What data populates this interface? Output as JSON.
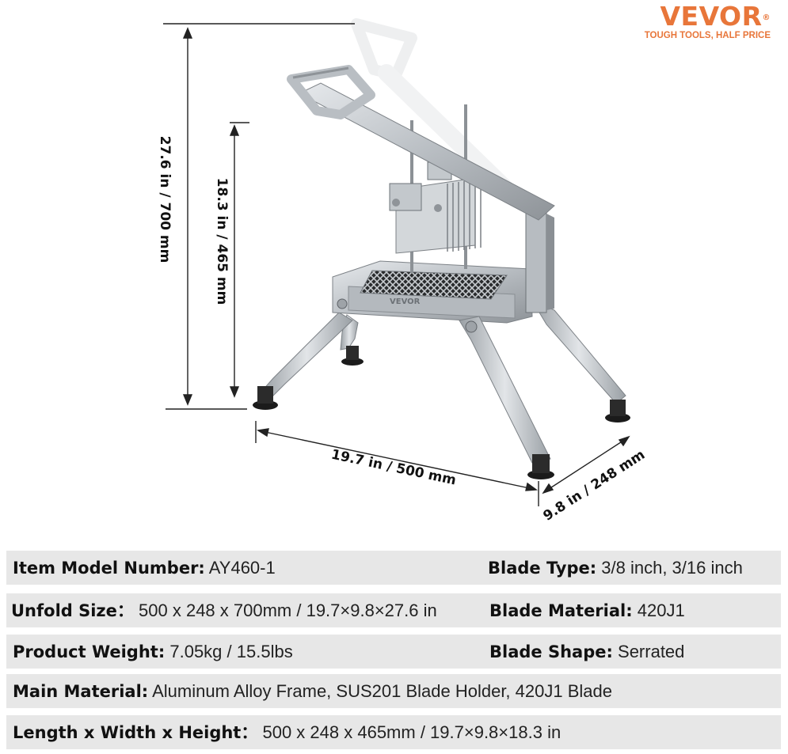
{
  "brand": {
    "name": "VEVOR",
    "registered": "®",
    "tagline": "TOUGH TOOLS, HALF PRICE"
  },
  "dimensions": {
    "total_height": "27.6 in /  700 mm",
    "body_height": "18.3 in / 465 mm",
    "length": "19.7 in / 500 mm",
    "width": "9.8 in / 248 mm"
  },
  "product_marking": "VEVOR",
  "specs": {
    "model": {
      "label": "Item Model Number:",
      "value": "AY460-1"
    },
    "blade_type": {
      "label": "Blade Type:",
      "value": "3/8 inch, 3/16 inch"
    },
    "unfold_size": {
      "label": "Unfold Size：",
      "value": "500 x 248 x 700mm / 19.7×9.8×27.6 in"
    },
    "blade_material": {
      "label": "Blade Material:",
      "value": "420J1"
    },
    "weight": {
      "label": "Product Weight:",
      "value": "7.05kg / 15.5lbs"
    },
    "blade_shape": {
      "label": "Blade Shape:",
      "value": "Serrated"
    },
    "main_material": {
      "label": "Main Material:",
      "value": "Aluminum Alloy Frame, SUS201 Blade Holder, 420J1 Blade"
    },
    "lwh": {
      "label": "Length x Width x Height：",
      "value": "500 x 248 x 465mm / 19.7×9.8×18.3 in"
    }
  },
  "colors": {
    "brand": "#e8763a",
    "bar": "#e7e7e7",
    "metal": "#c9cdd1",
    "metal_dark": "#8e9398"
  }
}
